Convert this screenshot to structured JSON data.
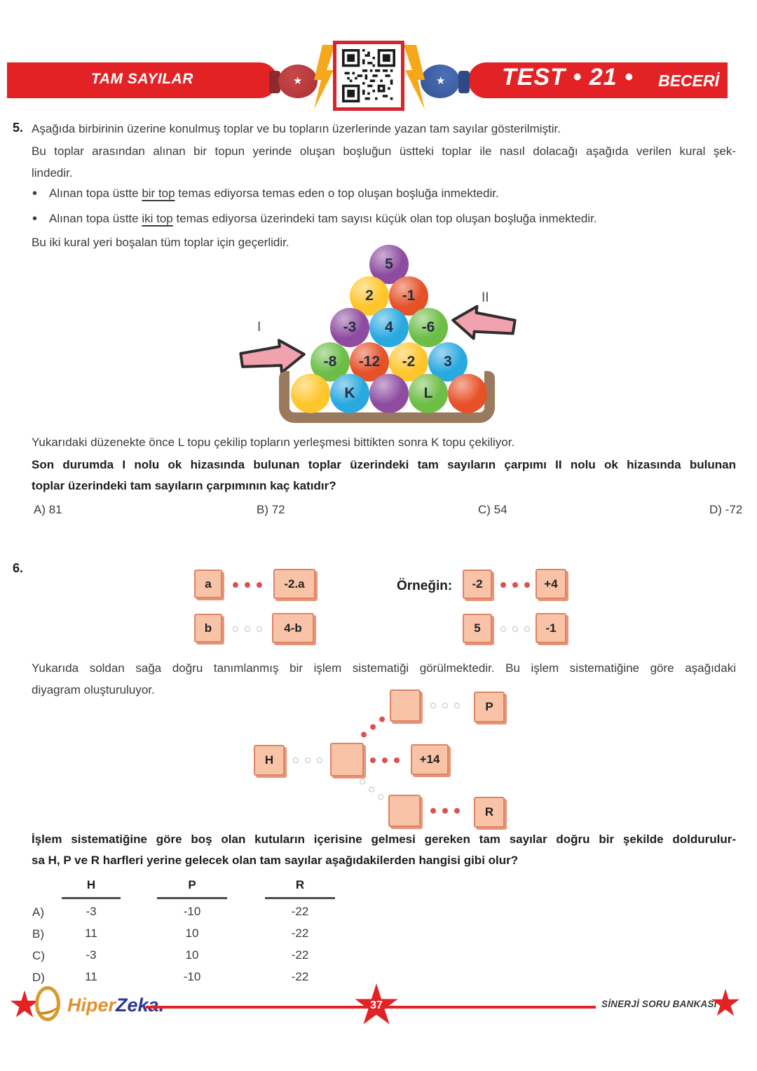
{
  "header": {
    "topic": "TAM SAYILAR",
    "test_label": "TEST • 21 •",
    "badge": "BECERİ"
  },
  "q5": {
    "number": "5.",
    "intro": "Aşağıda birbirinin üzerine konulmuş toplar ve bu topların üzerlerinde yazan tam sayılar gösterilmiştir.",
    "body": [
      "Bu toplar arasından alınan bir topun yerinde oluşan boşluğun üstteki toplar ile nasıl dolacağı aşağıda verilen kural şek-",
      "lindedir."
    ],
    "bullets": [
      {
        "pre": "Alınan topa üstte ",
        "underlined": "bir top",
        "post": " temas ediyorsa temas eden o top oluşan boşluğa inmektedir."
      },
      {
        "pre": "Alınan topa üstte ",
        "underlined": "iki top",
        "post": " temas ediyorsa üzerindeki tam sayısı küçük olan top oluşan boşluğa inmektedir."
      }
    ],
    "rules_note": "Bu iki kural yeri boşalan tüm toplar için geçerlidir.",
    "arrow_labels": [
      "I",
      "II"
    ],
    "ball_colors": {
      "purple": "#8E4CA0",
      "yellow": "#FFC62B",
      "red": "#E65128",
      "blue": "#2AA9E1",
      "green": "#6CBE46"
    },
    "pyramid": [
      [
        {
          "value": "5",
          "color": "purple"
        }
      ],
      [
        {
          "value": "2",
          "color": "yellow"
        },
        {
          "value": "-1",
          "color": "red"
        }
      ],
      [
        {
          "value": "-3",
          "color": "purple"
        },
        {
          "value": "4",
          "color": "blue"
        },
        {
          "value": "-6",
          "color": "green"
        }
      ],
      [
        {
          "value": "-8",
          "color": "green"
        },
        {
          "value": "-12",
          "color": "red"
        },
        {
          "value": "-2",
          "color": "yellow"
        },
        {
          "value": "3",
          "color": "blue"
        }
      ],
      [
        {
          "value": "",
          "color": "yellow"
        },
        {
          "value": "K",
          "color": "blue"
        },
        {
          "value": "",
          "color": "purple"
        },
        {
          "value": "L",
          "color": "green"
        },
        {
          "value": "",
          "color": "red"
        }
      ]
    ],
    "after_note": "Yukarıdaki düzenekte önce L topu çekilip topların yerleşmesi bittikten sonra K topu çekiliyor.",
    "question": [
      "Son durumda I nolu ok hizasında bulunan toplar üzerindeki tam sayıların çarpımı II nolu ok hizasında bulunan",
      "toplar üzerindeki tam sayıların çarpımının kaç katıdır?"
    ],
    "options": [
      {
        "label": "A)",
        "value": "81"
      },
      {
        "label": "B)",
        "value": "72"
      },
      {
        "label": "C)",
        "value": "54"
      },
      {
        "label": "D)",
        "value": "-72"
      }
    ]
  },
  "q6": {
    "number": "6.",
    "rule": {
      "row1": [
        "a",
        "-2.a"
      ],
      "row2": [
        "b",
        "4-b"
      ]
    },
    "example_label": "Örneğin:",
    "example": {
      "row1": [
        "-2",
        "+4"
      ],
      "row2": [
        "5",
        "-1"
      ]
    },
    "description": [
      "Yukarıda soldan sağa doğru tanımlanmış bir işlem sistematiği görülmektedir. Bu işlem sistematiğine göre aşağıdaki",
      "diyagram oluşturuluyor."
    ],
    "diagram": {
      "input": "H",
      "top_output": "P",
      "mid_output": "+14",
      "bottom_output": "R"
    },
    "question": [
      "İşlem sistematiğine göre boş olan kutuların içerisine gelmesi gereken tam sayılar doğru bir şekilde doldurulur-",
      "sa H, P ve R harfleri yerine gelecek olan tam sayılar aşağıdakilerden hangisi gibi olur?"
    ],
    "table": {
      "headers": [
        "H",
        "P",
        "R"
      ],
      "rows": [
        {
          "label": "A)",
          "values": [
            "-3",
            "-10",
            "-22"
          ]
        },
        {
          "label": "B)",
          "values": [
            "11",
            "10",
            "-22"
          ]
        },
        {
          "label": "C)",
          "values": [
            "-3",
            "10",
            "-22"
          ]
        },
        {
          "label": "D)",
          "values": [
            "11",
            "-10",
            "-22"
          ]
        }
      ]
    }
  },
  "footer": {
    "logo_part1": "Hiper",
    "logo_part2": "Zeka.",
    "page_number": "37",
    "brand": "SİNERJİ SORU BANKASI"
  },
  "colors": {
    "band_red": "#E32226",
    "box_salmon": "#F8C3A6",
    "dot_red": "#DD5050",
    "arrow_pink": "#F2A2AE",
    "basket_brown": "#9A7A5E"
  }
}
